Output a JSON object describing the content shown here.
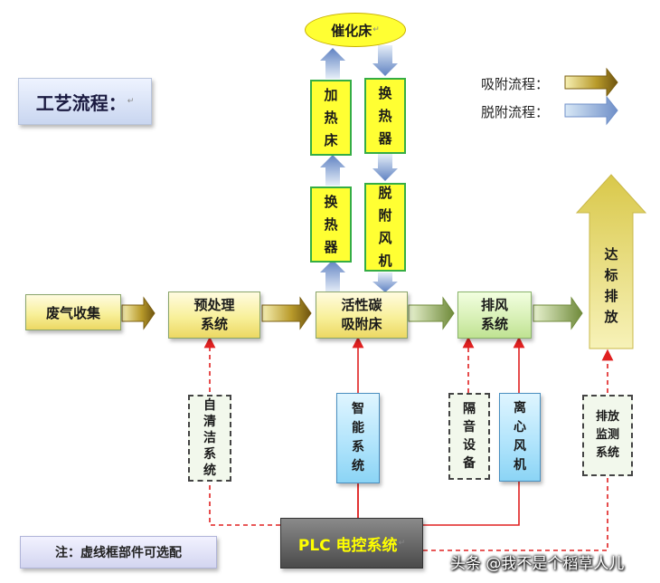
{
  "title": "工艺流程：",
  "legend": {
    "adsorption": "吸附流程：",
    "desorption": "脱附流程："
  },
  "nodes": {
    "catalytic_bed": "催化床",
    "heating_bed": [
      "加",
      "热",
      "床"
    ],
    "heat_exchanger_top": [
      "换",
      "热",
      "器"
    ],
    "heat_exchanger_left": [
      "换",
      "热",
      "器"
    ],
    "desorption_fan": [
      "脱",
      "附",
      "风",
      "机"
    ],
    "waste_gas": "废气收集",
    "pretreatment": [
      "预处理",
      "系统"
    ],
    "carbon_bed": [
      "活性碳",
      "吸附床"
    ],
    "exhaust_system": [
      "排风",
      "系统"
    ],
    "discharge": [
      "达",
      "标",
      "排",
      "放"
    ],
    "self_cleaning": [
      "自",
      "清",
      "洁",
      "系",
      "统"
    ],
    "smart_system": [
      "智",
      "能",
      "系",
      "统"
    ],
    "sound_insulation": [
      "隔",
      "音",
      "设",
      "备"
    ],
    "centrifugal_fan": [
      "离",
      "心",
      "风",
      "机"
    ],
    "emission_monitoring": [
      "排",
      "放",
      "监",
      "测",
      "系",
      "统"
    ],
    "plc": "PLC 电控系统"
  },
  "note": "注：虚线框部件可选配",
  "watermark": "头条 @我不是个稻草人儿",
  "colors": {
    "adsorption_arrow": "#b48a1e",
    "desorption_arrow": "#8fa9d6",
    "control_line": "#e02020",
    "plc_box": "#555555",
    "plc_text": "#ffff00"
  }
}
